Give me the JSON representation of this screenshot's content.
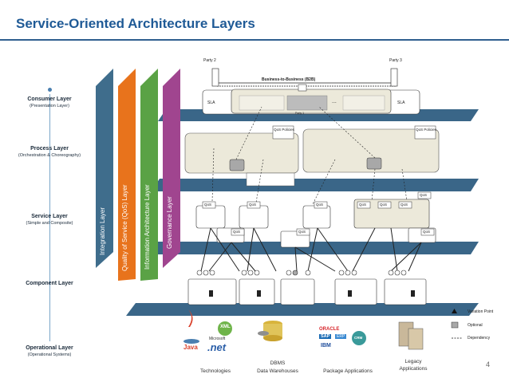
{
  "title": "Service-Oriented Architecture Layers",
  "page_number": "4",
  "layers": [
    {
      "name": "Consumer Layer",
      "sub": "(Presentation Layer)"
    },
    {
      "name": "Process Layer",
      "sub": "(Orchestration & Choreography)"
    },
    {
      "name": "Service Layer",
      "sub": "(Simple and Composite)"
    },
    {
      "name": "Component Layer",
      "sub": ""
    },
    {
      "name": "Operational Layer",
      "sub": "(Operational Systems)"
    }
  ],
  "vertical_bars": [
    {
      "label": "Integration Layer",
      "color": "#3f6d8c"
    },
    {
      "label": "Quality of Service (QoS) Layer",
      "color": "#e8731c"
    },
    {
      "label": "Information Architecture Layer",
      "color": "#5aa245"
    },
    {
      "label": "Governance Layer",
      "color": "#a0458f"
    }
  ],
  "diagram": {
    "party2": "Party 2",
    "party3": "Party 3",
    "party1": "Party 1",
    "b2b": "Business-to-Business (B2B)",
    "sla_left": "SLA",
    "sla_right": "SLA",
    "ellipsis": "...",
    "qos_policies_left": "QoS Policies",
    "qos_policies_right": "QoS Policies",
    "qos": "QoS"
  },
  "technologies": {
    "xml": "XML",
    "microsoft": "Microsoft",
    "net": ".net",
    "java": "Java",
    "oracle": "ORACLE",
    "sap": "SAP",
    "erp": "ERP",
    "ibm": "IBM",
    "crm": "CRM"
  },
  "footer": {
    "technologies": "Technologies",
    "dbms_1": "DBMS",
    "dbms_2": "Data Warehouses",
    "package": "Package Applications",
    "legacy_1": "Legacy",
    "legacy_2": "Applications"
  },
  "legend": {
    "variation_point": "Variation Point",
    "optional": "Optional",
    "dependency": "Dependency"
  },
  "colors": {
    "title": "#1f5a96",
    "plane": "#3a6688",
    "plane_light": "#8fb0c8",
    "box": "#ece9da"
  }
}
